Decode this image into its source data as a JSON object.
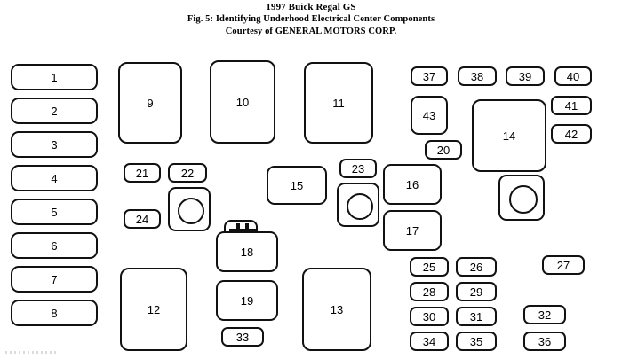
{
  "caption": {
    "line1": "1997 Buick Regal GS",
    "line2": "Fig. 5: Identifying Underhood Electrical Center Components",
    "line3": "Courtesy of GENERAL MOTORS CORP."
  },
  "colors": {
    "background": "#ffffff",
    "outline": "#111111",
    "text": "#000000"
  },
  "diagram": {
    "title": "Underhood Electrical Center Components",
    "left_column": [
      {
        "label": "1"
      },
      {
        "label": "2"
      },
      {
        "label": "3"
      },
      {
        "label": "4"
      },
      {
        "label": "5"
      },
      {
        "label": "6"
      },
      {
        "label": "7"
      },
      {
        "label": "8"
      }
    ],
    "relay_blocks": [
      {
        "label": "9"
      },
      {
        "label": "10"
      },
      {
        "label": "11"
      },
      {
        "label": "12"
      },
      {
        "label": "13"
      },
      {
        "label": "14"
      },
      {
        "label": "15"
      },
      {
        "label": "16"
      },
      {
        "label": "17"
      },
      {
        "label": "18"
      },
      {
        "label": "19"
      },
      {
        "label": "43"
      }
    ],
    "fuse_labels": [
      {
        "label": "20"
      },
      {
        "label": "21"
      },
      {
        "label": "22"
      },
      {
        "label": "23"
      },
      {
        "label": "24"
      },
      {
        "label": "25"
      },
      {
        "label": "26"
      },
      {
        "label": "27"
      },
      {
        "label": "28"
      },
      {
        "label": "29"
      },
      {
        "label": "30"
      },
      {
        "label": "31"
      },
      {
        "label": "32"
      },
      {
        "label": "33"
      },
      {
        "label": "34"
      },
      {
        "label": "35"
      },
      {
        "label": "36"
      },
      {
        "label": "37"
      },
      {
        "label": "38"
      },
      {
        "label": "39"
      },
      {
        "label": "40"
      },
      {
        "label": "41"
      },
      {
        "label": "42"
      }
    ],
    "icons": {
      "connector": "connector-icon"
    }
  }
}
